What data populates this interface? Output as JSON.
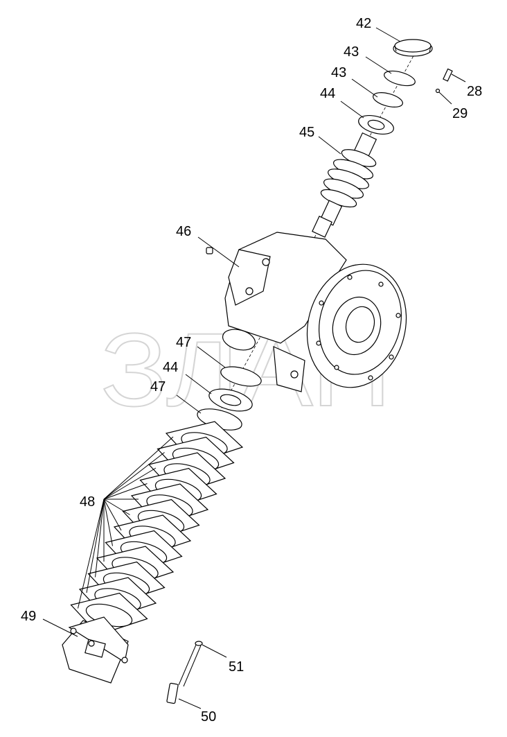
{
  "watermark": "ЗЛАП",
  "callouts": [
    {
      "id": "c42a",
      "text": "42"
    },
    {
      "id": "c43a",
      "text": "43"
    },
    {
      "id": "c43b",
      "text": "43"
    },
    {
      "id": "c28",
      "text": "28"
    },
    {
      "id": "c29",
      "text": "29"
    },
    {
      "id": "c44a",
      "text": "44"
    },
    {
      "id": "c45",
      "text": "45"
    },
    {
      "id": "c46",
      "text": "46"
    },
    {
      "id": "c47a",
      "text": "47"
    },
    {
      "id": "c44b",
      "text": "44"
    },
    {
      "id": "c47b",
      "text": "47"
    },
    {
      "id": "c48",
      "text": "48"
    },
    {
      "id": "c49",
      "text": "49"
    },
    {
      "id": "c51",
      "text": "51"
    },
    {
      "id": "c50",
      "text": "50"
    }
  ]
}
